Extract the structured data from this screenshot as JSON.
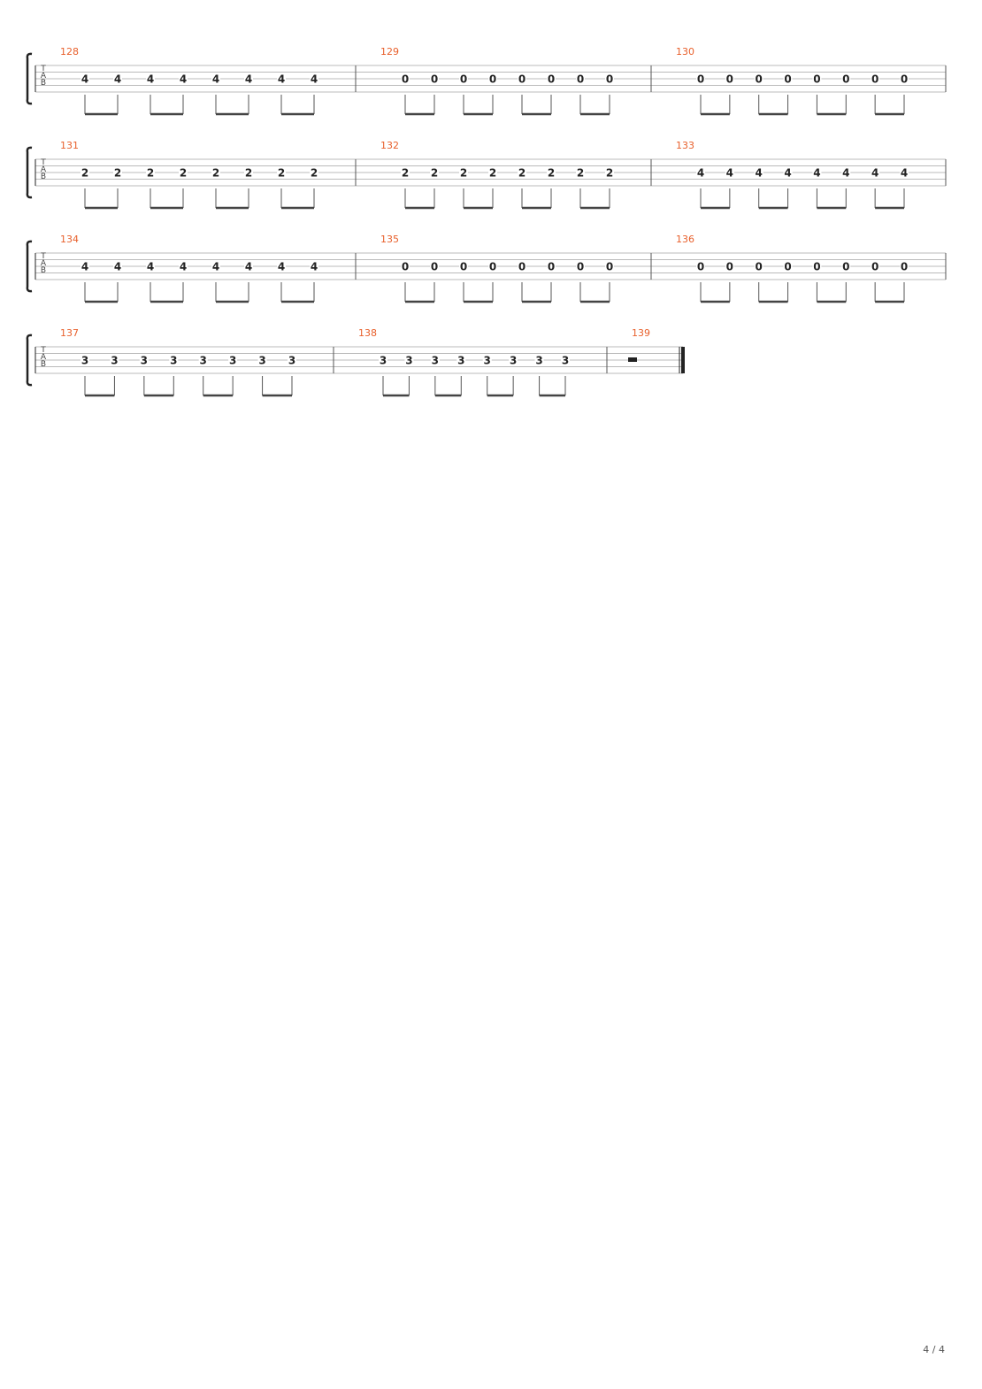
{
  "page": {
    "number_label": "4 / 4"
  },
  "tab": {
    "clef_letters": [
      "T",
      "A",
      "B"
    ],
    "systems": [
      {
        "measures": [
          {
            "number": "128",
            "notes": [
              "4",
              "4",
              "4",
              "4",
              "4",
              "4",
              "4",
              "4"
            ]
          },
          {
            "number": "129",
            "notes": [
              "0",
              "0",
              "0",
              "0",
              "0",
              "0",
              "0",
              "0"
            ]
          },
          {
            "number": "130",
            "notes": [
              "0",
              "0",
              "0",
              "0",
              "0",
              "0",
              "0",
              "0"
            ]
          }
        ]
      },
      {
        "measures": [
          {
            "number": "131",
            "notes": [
              "2",
              "2",
              "2",
              "2",
              "2",
              "2",
              "2",
              "2"
            ]
          },
          {
            "number": "132",
            "notes": [
              "2",
              "2",
              "2",
              "2",
              "2",
              "2",
              "2",
              "2"
            ]
          },
          {
            "number": "133",
            "notes": [
              "4",
              "4",
              "4",
              "4",
              "4",
              "4",
              "4",
              "4"
            ]
          }
        ]
      },
      {
        "measures": [
          {
            "number": "134",
            "notes": [
              "4",
              "4",
              "4",
              "4",
              "4",
              "4",
              "4",
              "4"
            ]
          },
          {
            "number": "135",
            "notes": [
              "0",
              "0",
              "0",
              "0",
              "0",
              "0",
              "0",
              "0"
            ]
          },
          {
            "number": "136",
            "notes": [
              "0",
              "0",
              "0",
              "0",
              "0",
              "0",
              "0",
              "0"
            ]
          }
        ]
      },
      {
        "measures": [
          {
            "number": "137",
            "notes": [
              "3",
              "3",
              "3",
              "3",
              "3",
              "3",
              "3",
              "3"
            ]
          },
          {
            "number": "138",
            "notes": [
              "3",
              "3",
              "3",
              "3",
              "3",
              "3",
              "3",
              "3"
            ]
          },
          {
            "number": "139",
            "notes": [],
            "rest": true
          }
        ]
      }
    ]
  },
  "colors": {
    "measure_number": "#e8602c",
    "staff_line": "#bbbbbb",
    "ink": "#222222"
  }
}
